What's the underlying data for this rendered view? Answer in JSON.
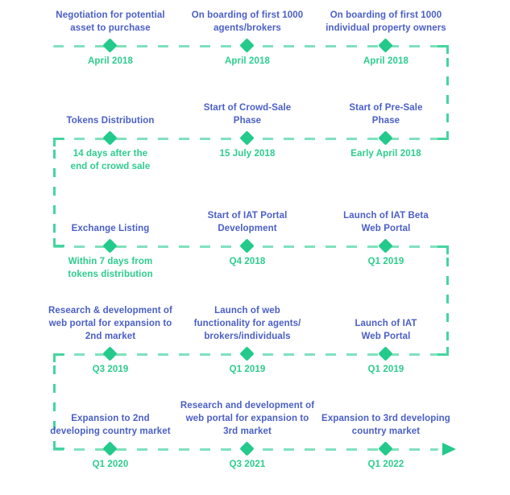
{
  "colors": {
    "title": "#4a5fc6",
    "date": "#2ccd8d",
    "diamond": "#23ca8b",
    "dash": "#7fe1bd",
    "connector": "#45d5a2"
  },
  "icons": {
    "milestone_marker": "diamond",
    "timeline_end": "right-arrow"
  },
  "rows": [
    {
      "items": [
        {
          "title": "Negotiation for potential\nasset to purchase",
          "date": "April 2018"
        },
        {
          "title": "On boarding of first 1000\nagents/brokers",
          "date": "April 2018"
        },
        {
          "title": "On boarding of first 1000\nindividual property owners",
          "date": "April 2018"
        }
      ]
    },
    {
      "items": [
        {
          "title": "Tokens Distribution",
          "date": "14 days after the\nend of crowd sale"
        },
        {
          "title": "Start of Crowd-Sale\nPhase",
          "date": "15 July 2018"
        },
        {
          "title": "Start of Pre-Sale\nPhase",
          "date": "Early April 2018"
        }
      ]
    },
    {
      "items": [
        {
          "title": "Exchange Listing",
          "date": "Within 7 days from\ntokens distribution"
        },
        {
          "title": "Start of IAT Portal\nDevelopment",
          "date": "Q4 2018"
        },
        {
          "title": "Launch of IAT Beta\nWeb Portal",
          "date": "Q1 2019"
        }
      ]
    },
    {
      "items": [
        {
          "title": "Research & development of\nweb portal for expansion to\n2nd market",
          "date": "Q3 2019"
        },
        {
          "title": "Launch of web\nfunctionality for agents/\nbrokers/individuals",
          "date": "Q1 2019"
        },
        {
          "title": "Launch of IAT\nWeb Portal",
          "date": "Q1 2019"
        }
      ]
    },
    {
      "items": [
        {
          "title": "Expansion to 2nd\ndeveloping country market",
          "date": "Q1 2020"
        },
        {
          "title": "Research and development of\nweb portal for expansion to\n3rd market",
          "date": "Q3 2021"
        },
        {
          "title": "Expansion to 3rd developing\ncountry market",
          "date": "Q1 2022"
        }
      ]
    }
  ]
}
